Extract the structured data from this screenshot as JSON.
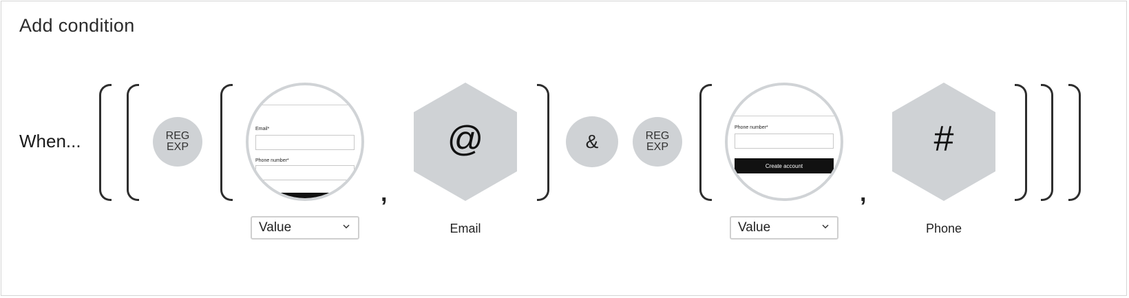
{
  "title": "Add condition",
  "when_label": "When...",
  "tokens": {
    "regexp_line1": "REG",
    "regexp_line2": "EXP",
    "and_symbol": "&",
    "comma": ","
  },
  "group1": {
    "preview": {
      "email_label": "Email*",
      "phone_label": "Phone number*"
    },
    "select_value": "Value",
    "type_symbol": "@",
    "type_label": "Email"
  },
  "group2": {
    "preview": {
      "phone_label": "Phone number*",
      "button_label": "Create account"
    },
    "select_value": "Value",
    "type_symbol": "#",
    "type_label": "Phone"
  },
  "colors": {
    "token_fill": "#cfd2d5",
    "bracket": "#2e2e2e",
    "border": "#d4d4d4"
  },
  "icons": {
    "select_chevron": "chevron-down-icon"
  }
}
